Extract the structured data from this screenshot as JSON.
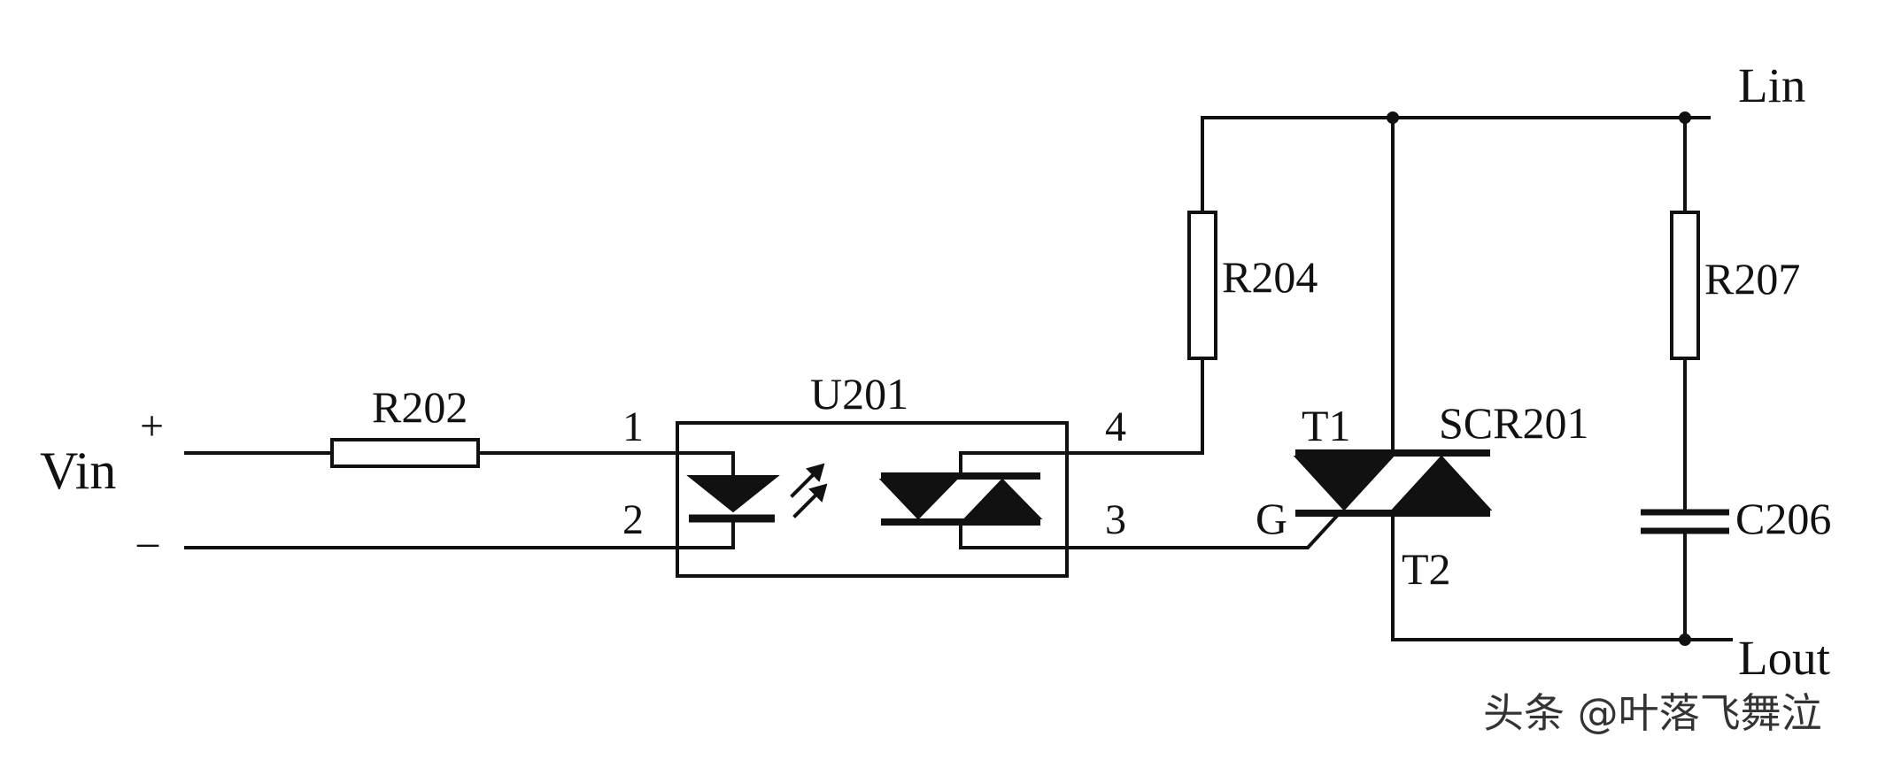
{
  "input": {
    "label": "Vin",
    "plus": "+",
    "minus": "–"
  },
  "components": {
    "r202": "R202",
    "r204": "R204",
    "r207": "R207",
    "c206": "C206",
    "u201": "U201",
    "scr201": "SCR201"
  },
  "pins": {
    "p1": "1",
    "p2": "2",
    "p3": "3",
    "p4": "4",
    "t1": "T1",
    "t2": "T2",
    "g": "G"
  },
  "lines": {
    "lin": "Lin",
    "lout": "Lout"
  },
  "watermark": "头条 @叶落飞舞泣"
}
